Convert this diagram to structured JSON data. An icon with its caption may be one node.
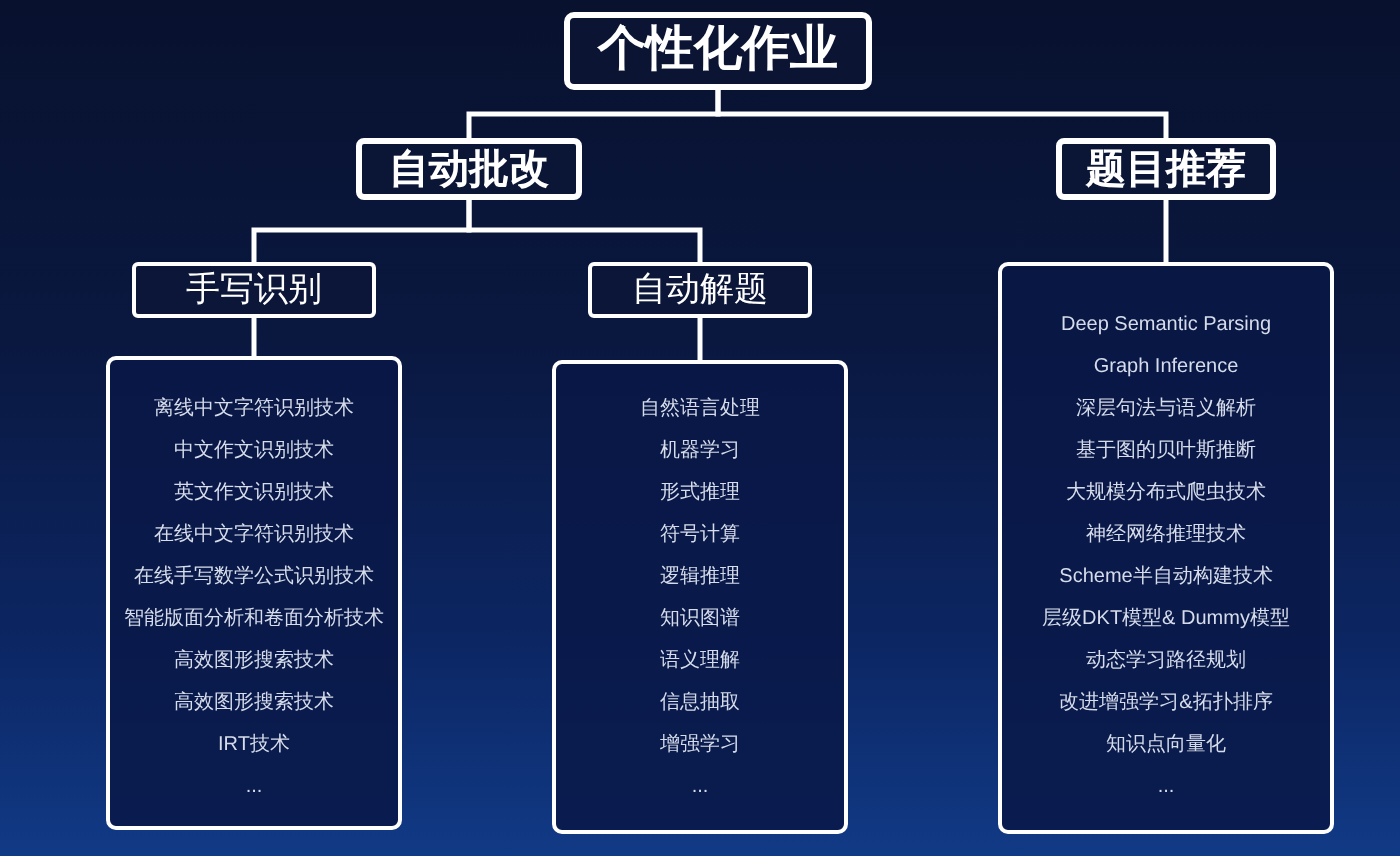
{
  "diagram": {
    "nodes": [
      {
        "text": [
          "个性化作业"
        ]
      },
      {
        "text": [
          "自动批改"
        ]
      },
      {
        "text": [
          "题目推荐"
        ]
      },
      {
        "text": [
          "手写识别"
        ]
      },
      {
        "text": [
          "自动解题"
        ]
      },
      {
        "text": [
          "离线中文字符识别技术",
          "中文作文识别技术",
          "英文作文识别技术",
          "在线中文字符识别技术",
          "在线手写数学公式识别技术",
          "智能版面分析和卷面分析技术",
          "高效图形搜索技术",
          "高效图形搜索技术",
          "IRT技术",
          "..."
        ]
      },
      {
        "text": [
          "自然语言处理",
          "机器学习",
          "形式推理",
          "符号计算",
          "逻辑推理",
          "知识图谱",
          "语义理解",
          "信息抽取",
          "增强学习",
          "..."
        ]
      },
      {
        "text": [
          "Deep Semantic Parsing",
          "Graph Inference",
          "深层句法与语义解析",
          "基于图的贝叶斯推断",
          "大规模分布式爬虫技术",
          "神经网络推理技术",
          "Scheme半自动构建技术",
          "层级DKT模型& Dummy模型",
          "动态学习路径规划",
          "改进增强学习&拓扑排序",
          "知识点向量化",
          "..."
        ]
      }
    ],
    "edges": [
      {
        "from": 0,
        "to": 1,
        "arrow": "none"
      },
      {
        "from": 0,
        "to": 2,
        "arrow": "none"
      },
      {
        "from": 1,
        "to": 3,
        "arrow": "none"
      },
      {
        "from": 1,
        "to": 4,
        "arrow": "none"
      },
      {
        "from": 3,
        "to": 5,
        "arrow": "none"
      },
      {
        "from": 4,
        "to": 6,
        "arrow": "none"
      },
      {
        "from": 2,
        "to": 7,
        "arrow": "none"
      }
    ]
  }
}
